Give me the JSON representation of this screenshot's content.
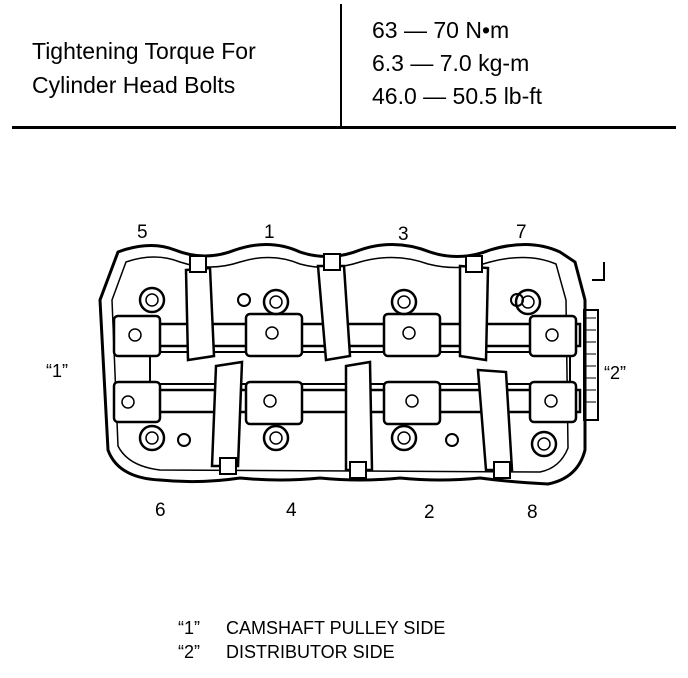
{
  "header": {
    "label_line1": "Tightening Torque For",
    "label_line2": "Cylinder Head Bolts",
    "values": [
      "63 — 70 N•m",
      "6.3 — 7.0 kg-m",
      "46.0 — 50.5 lb-ft"
    ]
  },
  "bolts": {
    "top": [
      "5",
      "1",
      "3",
      "7"
    ],
    "bottom": [
      "6",
      "4",
      "2",
      "8"
    ]
  },
  "sides": {
    "left": "“1”",
    "right": "“2”"
  },
  "legend": [
    {
      "key": "“1”",
      "text": "CAMSHAFT PULLEY SIDE"
    },
    {
      "key": "“2”",
      "text": "DISTRIBUTOR SIDE"
    }
  ]
}
